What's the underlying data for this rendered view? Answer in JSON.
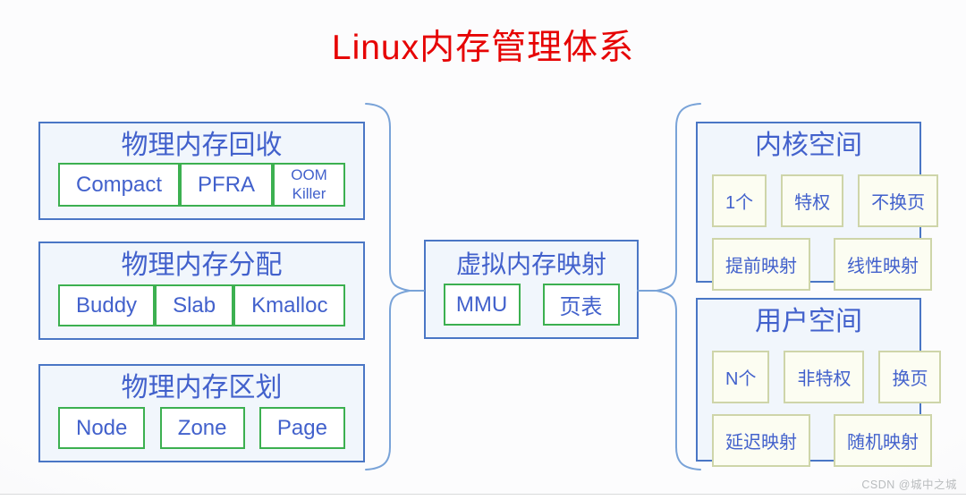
{
  "title": "Linux内存管理体系",
  "left_groups": [
    {
      "title": "物理内存回收",
      "items": [
        "Compact",
        "PFRA",
        "OOM Killer"
      ]
    },
    {
      "title": "物理内存分配",
      "items": [
        "Buddy",
        "Slab",
        "Kmalloc"
      ]
    },
    {
      "title": "物理内存区划",
      "items": [
        "Node",
        "Zone",
        "Page"
      ]
    }
  ],
  "center_group": {
    "title": "虚拟内存映射",
    "items": [
      "MMU",
      "页表"
    ]
  },
  "right_groups": [
    {
      "title": "内核空间",
      "rows": [
        [
          "1个",
          "特权",
          "不换页"
        ],
        [
          "提前映射",
          "线性映射"
        ]
      ]
    },
    {
      "title": "用户空间",
      "rows": [
        [
          "N个",
          "非特权",
          "换页"
        ],
        [
          "延迟映射",
          "随机映射"
        ]
      ]
    }
  ],
  "watermark": "CSDN @城中之城",
  "colors": {
    "title_red": "#e60404",
    "box_border_blue": "#4a76c5",
    "box_fill_blue": "#f1f6fc",
    "text_blue": "#4261cc",
    "item_border_green": "#3cb050",
    "right_item_border": "#ced5a9",
    "right_item_fill": "#fcfdf2",
    "brace_blue": "#79a3d8"
  }
}
